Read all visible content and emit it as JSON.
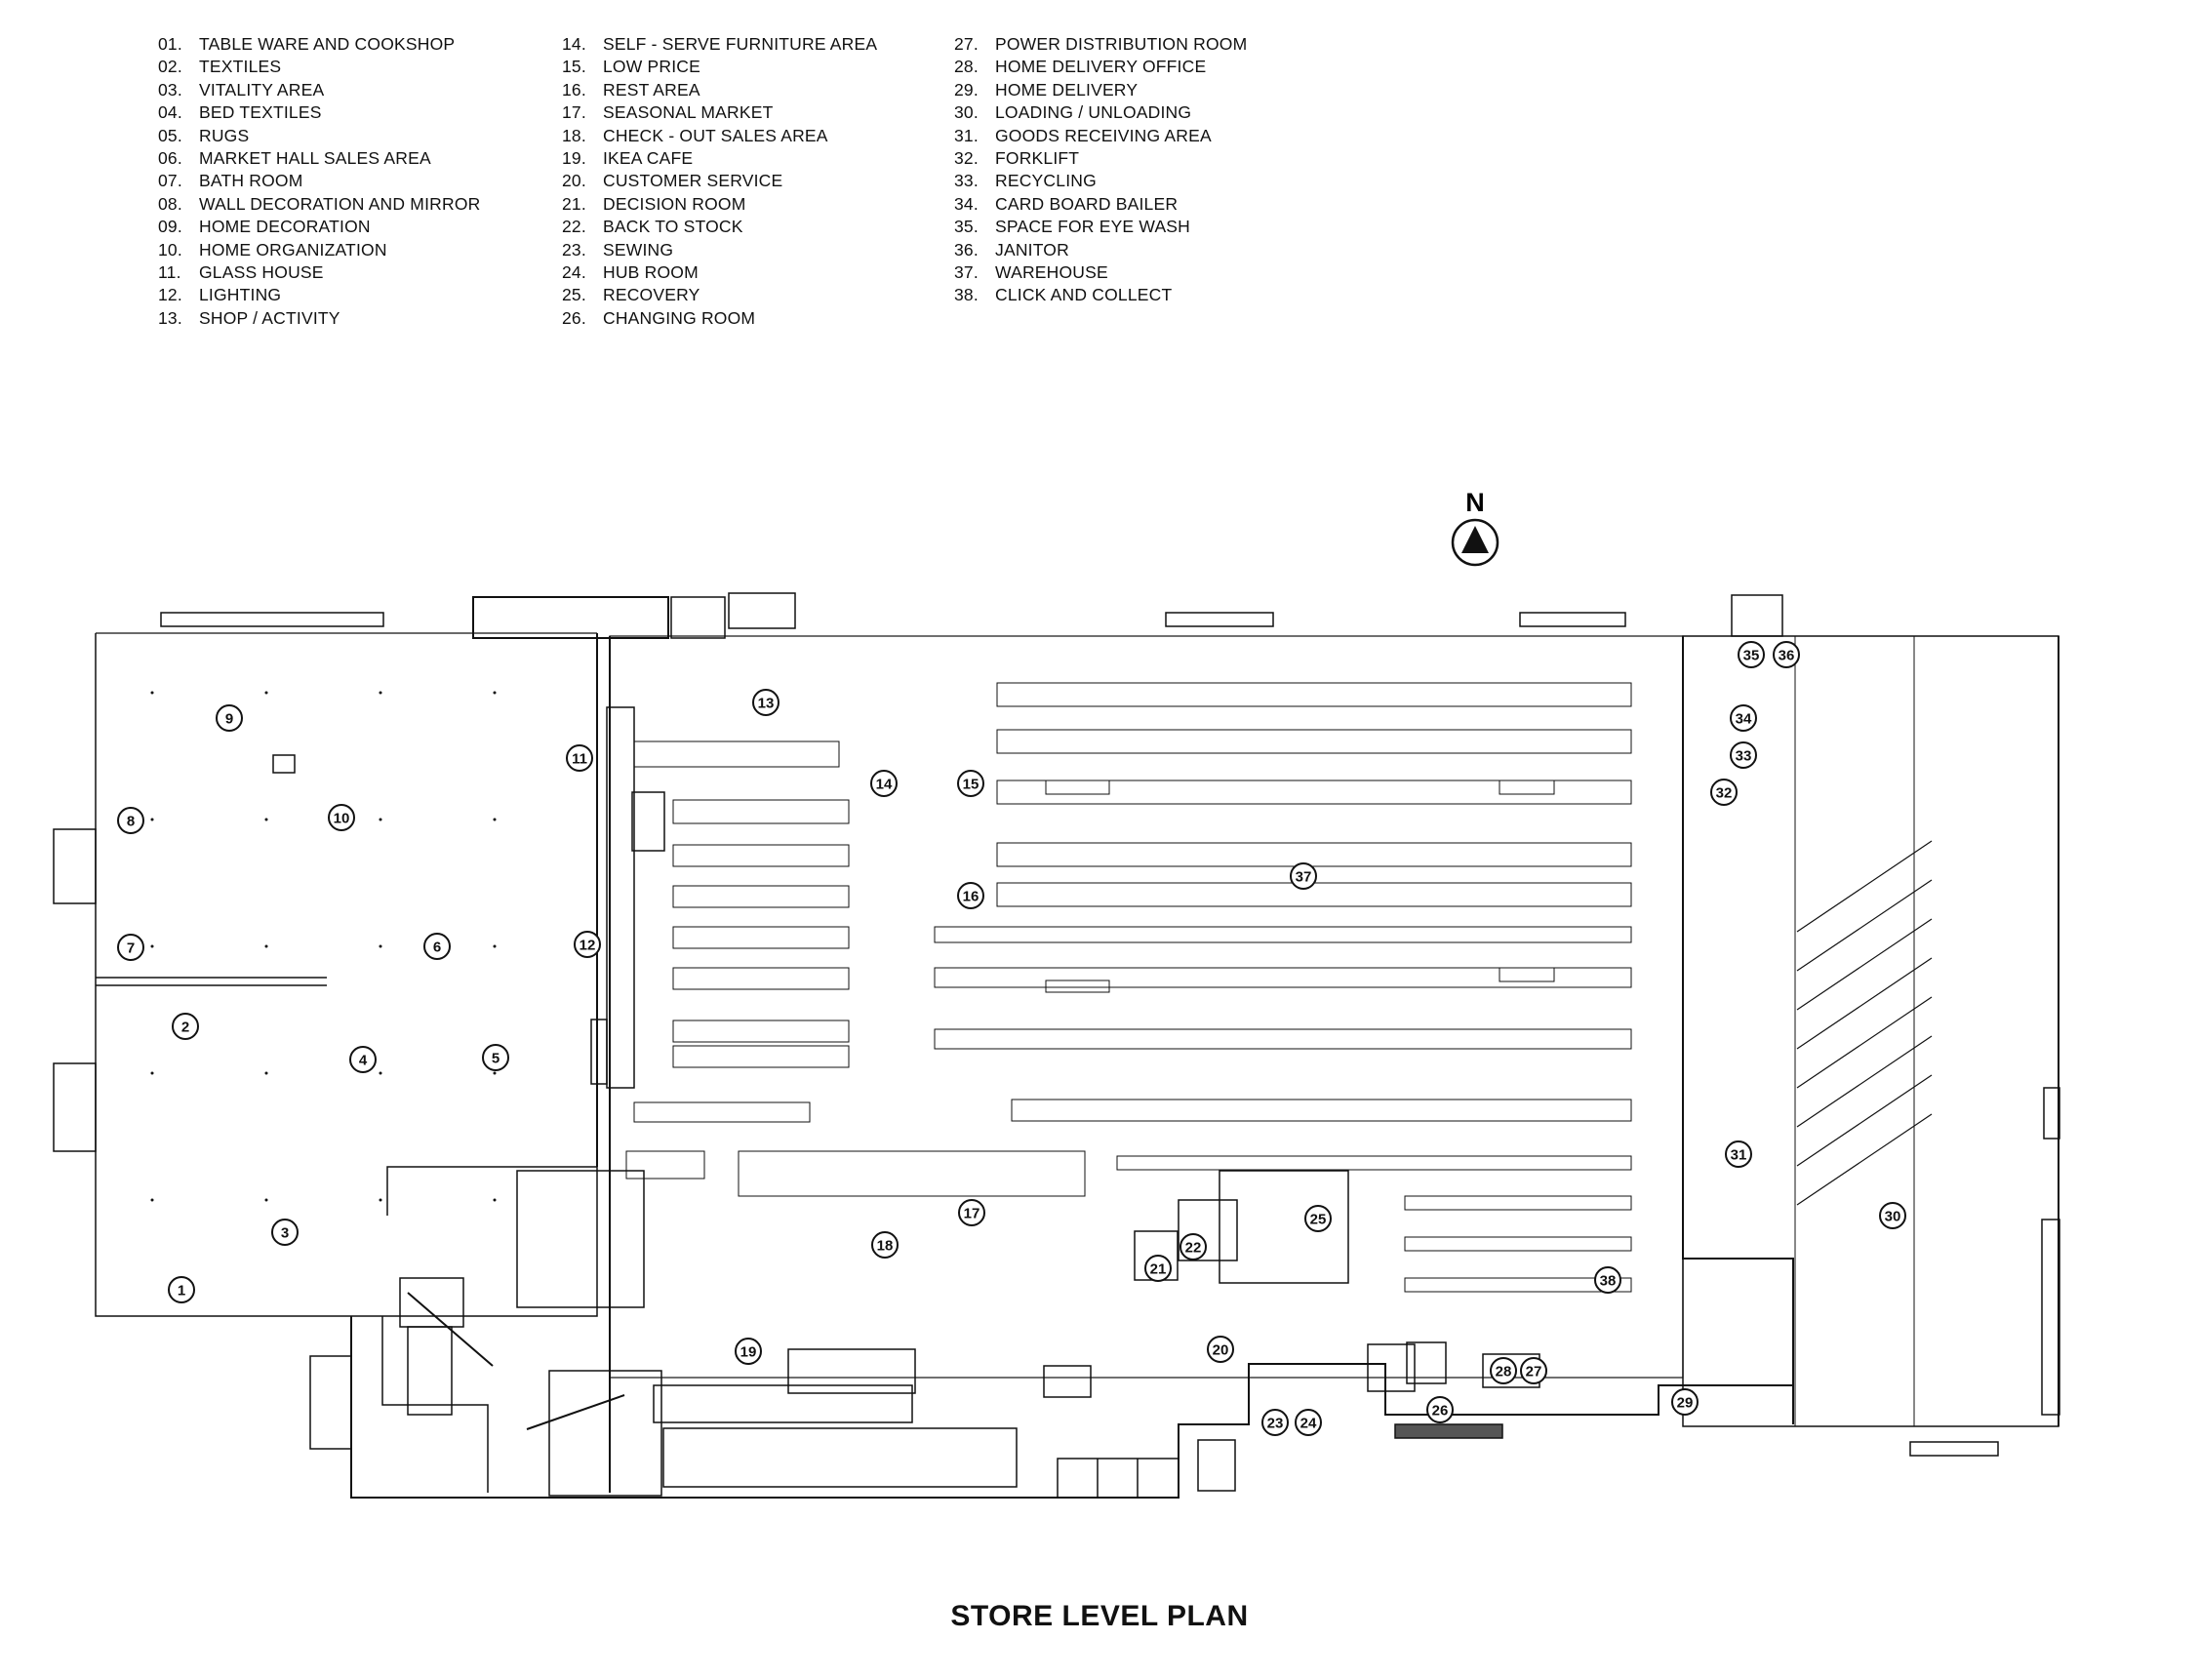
{
  "legend": [
    [
      {
        "num": "01.",
        "label": "TABLE WARE AND COOKSHOP"
      },
      {
        "num": "02.",
        "label": "TEXTILES"
      },
      {
        "num": "03.",
        "label": "VITALITY AREA"
      },
      {
        "num": "04.",
        "label": "BED TEXTILES"
      },
      {
        "num": "05.",
        "label": "RUGS"
      },
      {
        "num": "06.",
        "label": "MARKET HALL SALES AREA"
      },
      {
        "num": "07.",
        "label": "BATH ROOM"
      },
      {
        "num": "08.",
        "label": "WALL DECORATION AND MIRROR"
      },
      {
        "num": "09.",
        "label": "HOME DECORATION"
      },
      {
        "num": "10.",
        "label": "HOME ORGANIZATION"
      },
      {
        "num": "11.",
        "label": "GLASS HOUSE"
      },
      {
        "num": "12.",
        "label": "LIGHTING"
      },
      {
        "num": "13.",
        "label": "SHOP / ACTIVITY"
      }
    ],
    [
      {
        "num": "14.",
        "label": "SELF - SERVE FURNITURE AREA"
      },
      {
        "num": "15.",
        "label": "LOW PRICE"
      },
      {
        "num": "16.",
        "label": "REST AREA"
      },
      {
        "num": "17.",
        "label": "SEASONAL MARKET"
      },
      {
        "num": "18.",
        "label": "CHECK - OUT SALES AREA"
      },
      {
        "num": "19.",
        "label": "IKEA CAFE"
      },
      {
        "num": "20.",
        "label": "CUSTOMER SERVICE"
      },
      {
        "num": "21.",
        "label": "DECISION ROOM"
      },
      {
        "num": "22.",
        "label": "BACK TO STOCK"
      },
      {
        "num": "23.",
        "label": "SEWING"
      },
      {
        "num": "24.",
        "label": "HUB ROOM"
      },
      {
        "num": "25.",
        "label": "RECOVERY"
      },
      {
        "num": "26.",
        "label": "CHANGING ROOM"
      }
    ],
    [
      {
        "num": "27.",
        "label": "POWER DISTRIBUTION ROOM"
      },
      {
        "num": "28.",
        "label": "HOME DELIVERY OFFICE"
      },
      {
        "num": "29.",
        "label": "HOME DELIVERY"
      },
      {
        "num": "30.",
        "label": "LOADING / UNLOADING"
      },
      {
        "num": "31.",
        "label": "GOODS RECEIVING AREA"
      },
      {
        "num": "32.",
        "label": "FORKLIFT"
      },
      {
        "num": "33.",
        "label": "RECYCLING"
      },
      {
        "num": "34.",
        "label": "CARD BOARD BAILER"
      },
      {
        "num": "35.",
        "label": "SPACE FOR EYE WASH"
      },
      {
        "num": "36.",
        "label": "JANITOR"
      },
      {
        "num": "37.",
        "label": "WAREHOUSE"
      },
      {
        "num": "38.",
        "label": "CLICK AND COLLECT"
      }
    ]
  ],
  "north_label": "N",
  "plan_title": "STORE LEVEL PLAN",
  "markers": [
    "1",
    "2",
    "3",
    "4",
    "5",
    "6",
    "7",
    "8",
    "9",
    "10",
    "11",
    "12",
    "13",
    "14",
    "15",
    "16",
    "17",
    "18",
    "19",
    "20",
    "21",
    "22",
    "23",
    "24",
    "25",
    "26",
    "27",
    "28",
    "29",
    "30",
    "31",
    "32",
    "33",
    "34",
    "35",
    "36",
    "37",
    "38"
  ],
  "colors": {
    "line": "#111111",
    "background": "#ffffff"
  }
}
